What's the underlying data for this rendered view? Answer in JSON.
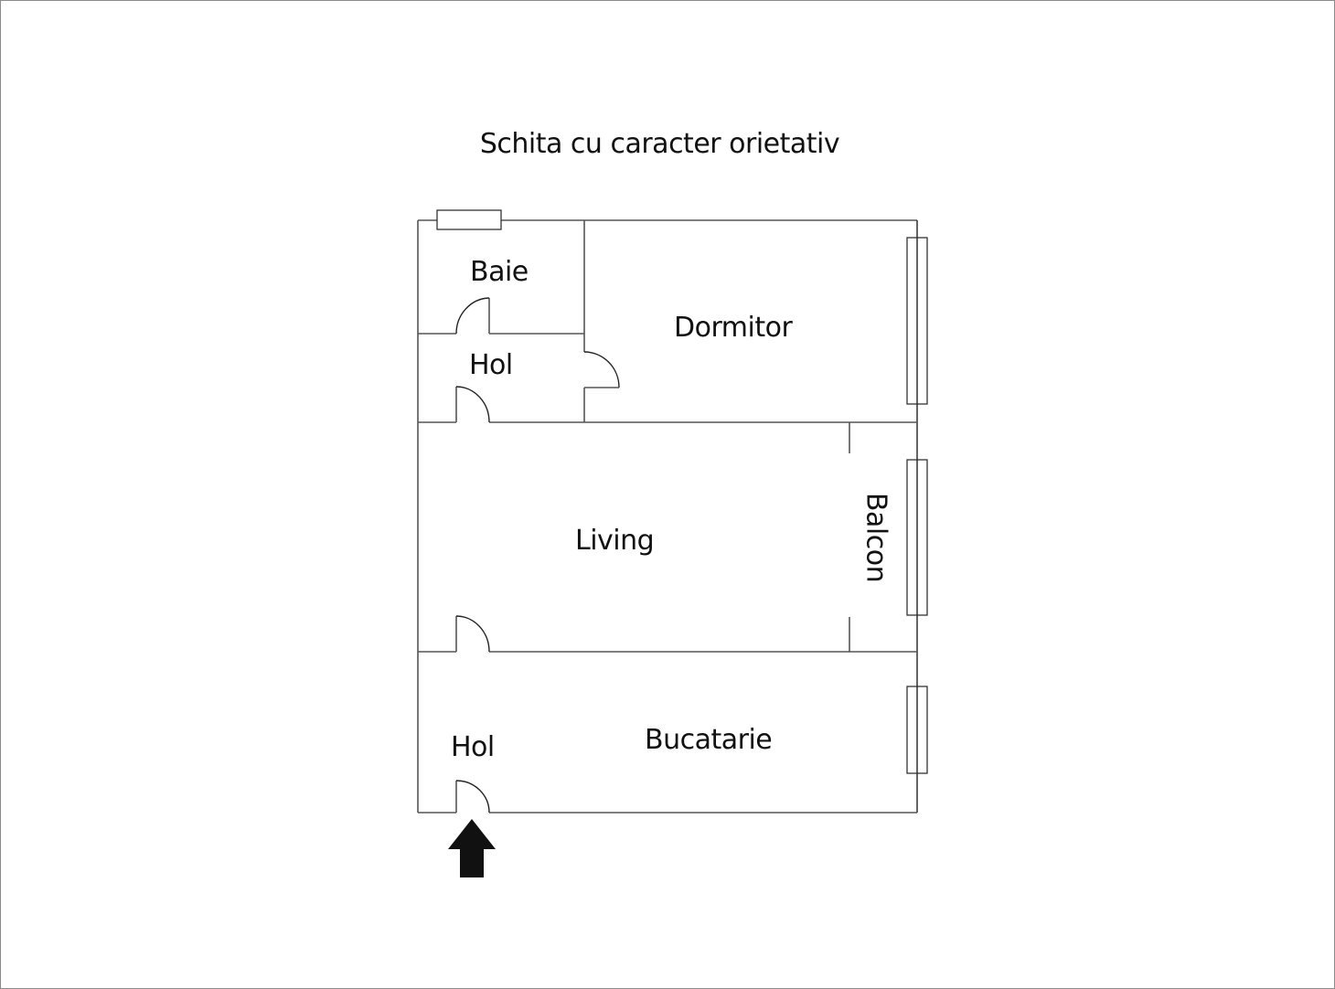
{
  "title": "Schita cu caracter orietativ",
  "rooms": [
    {
      "id": "baie",
      "label": "Baie"
    },
    {
      "id": "hol_top",
      "label": "Hol"
    },
    {
      "id": "dormitor",
      "label": "Dormitor"
    },
    {
      "id": "living",
      "label": "Living"
    },
    {
      "id": "balcon",
      "label": "Balcon"
    },
    {
      "id": "hol_bottom",
      "label": "Hol"
    },
    {
      "id": "bucatarie",
      "label": "Bucatarie"
    }
  ],
  "symbols": {
    "entrance": "entrance-arrow-icon",
    "doors": 5,
    "windows": 4
  },
  "colors": {
    "walls": "#555555",
    "text": "#111111",
    "arrow": "#111111",
    "frame": "#8a8a8a"
  }
}
